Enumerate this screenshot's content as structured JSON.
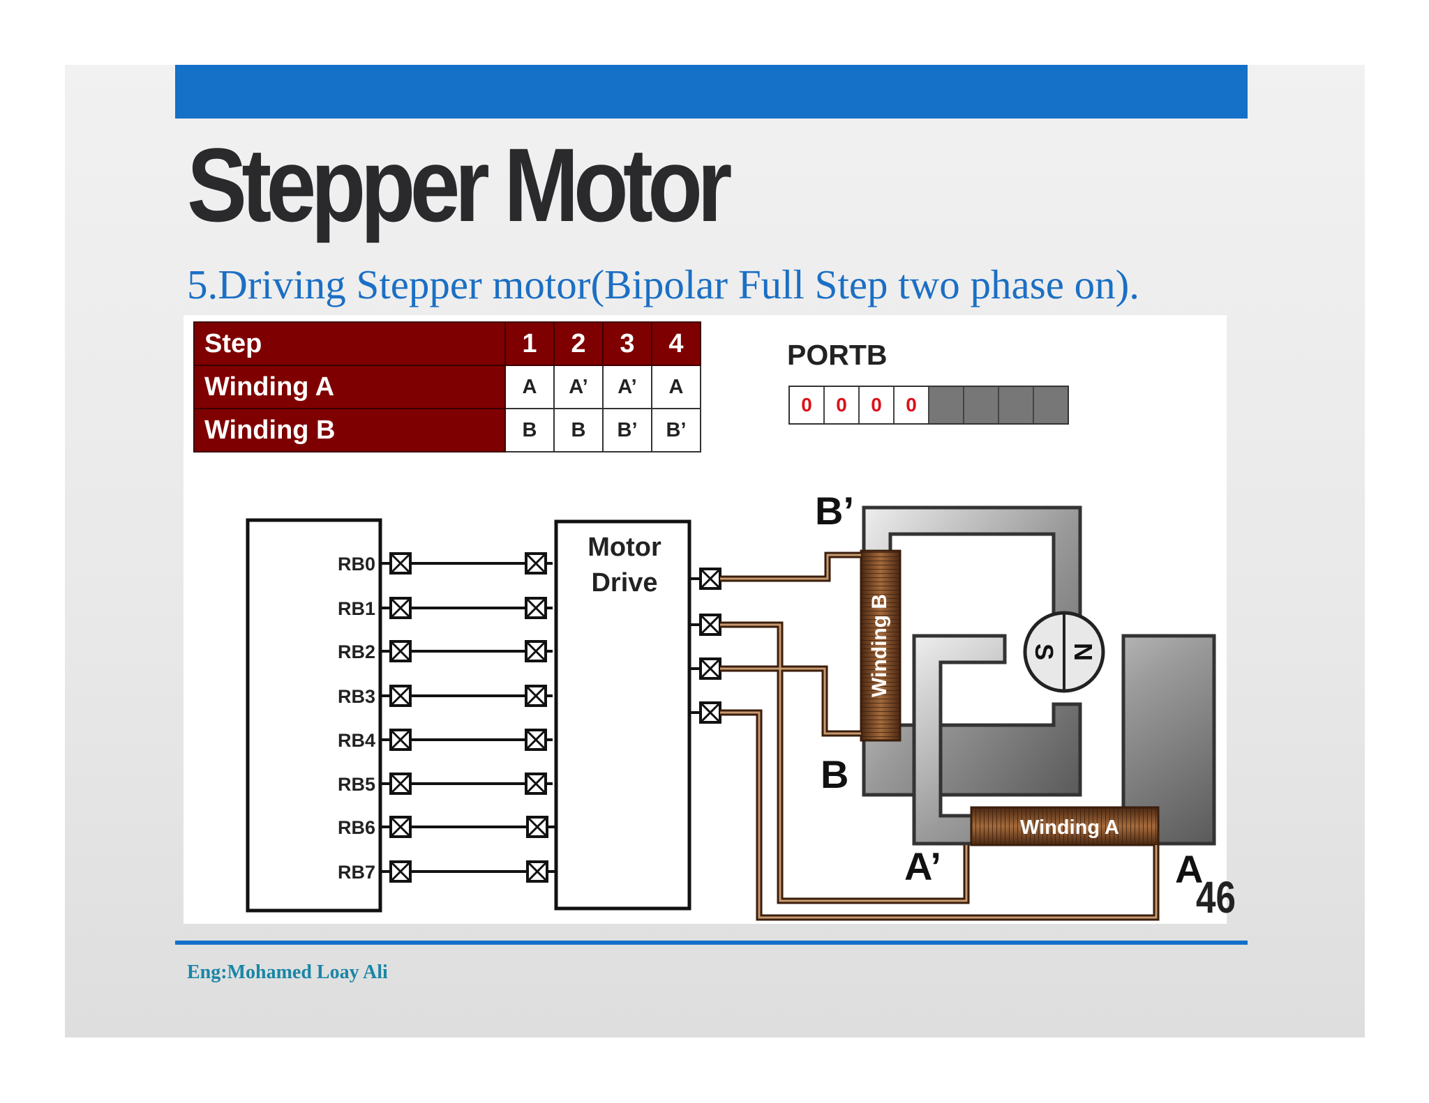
{
  "slide": {
    "title": "Stepper Motor",
    "subtitle": "5.Driving Stepper motor(Bipolar Full Step two phase on).",
    "page_number": "46",
    "footer": "Eng:Mohamed Loay Ali",
    "colors": {
      "accent_blue": "#1570c8",
      "table_header": "#7f0000",
      "portb_bit_text": "#d8131b",
      "wire_brown": "#6b3c1c"
    }
  },
  "step_table": {
    "rows": [
      {
        "label": "Step",
        "values": [
          "1",
          "2",
          "3",
          "4"
        ]
      },
      {
        "label": "Winding A",
        "values": [
          "A",
          "A’",
          "A’",
          "A"
        ]
      },
      {
        "label": "Winding B",
        "values": [
          "B",
          "B",
          "B’",
          "B’"
        ]
      }
    ]
  },
  "portb": {
    "label": "PORTB",
    "bits": [
      "0",
      "0",
      "0",
      "0"
    ],
    "unused_bits": 4
  },
  "diagram": {
    "pins": [
      "RB0",
      "RB1",
      "RB2",
      "RB3",
      "RB4",
      "RB5",
      "RB6",
      "RB7"
    ],
    "driver_label_line1": "Motor",
    "driver_label_line2": "Drive",
    "winding_a": "Winding A",
    "winding_b": "Winding B",
    "terminal_b_prime": "B’",
    "terminal_b": "B",
    "terminal_a_prime": "A’",
    "terminal_a": "A",
    "rotor_s": "S",
    "rotor_n": "N",
    "connector_icon": "x-box-terminal"
  }
}
